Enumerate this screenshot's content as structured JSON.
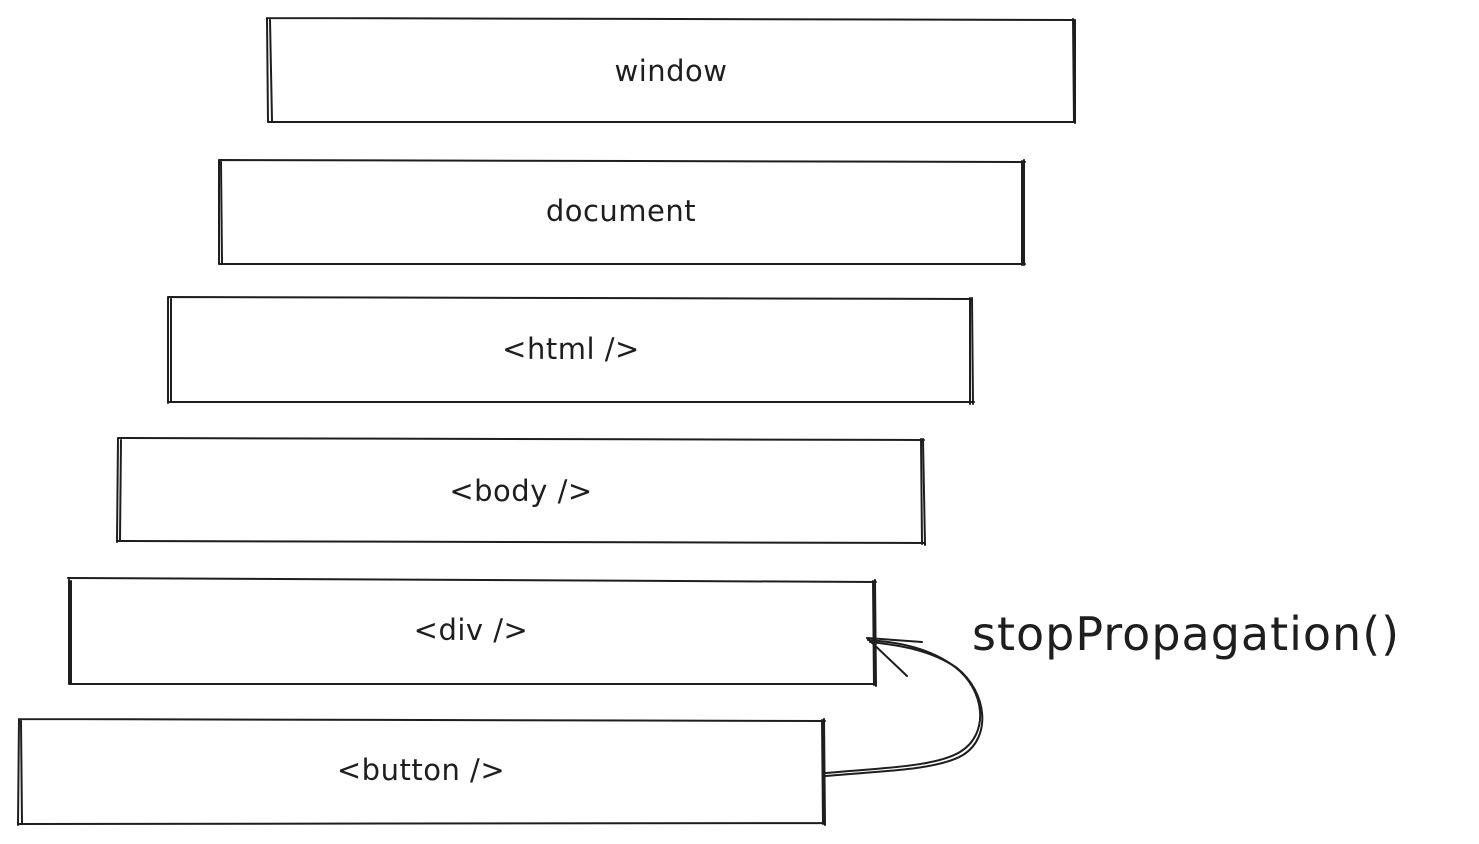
{
  "diagram": {
    "boxes": [
      {
        "id": "window",
        "label": "window"
      },
      {
        "id": "document",
        "label": "document"
      },
      {
        "id": "html",
        "label": "<html />"
      },
      {
        "id": "body",
        "label": "<body />"
      },
      {
        "id": "div",
        "label": "<div />"
      },
      {
        "id": "button",
        "label": "<button />"
      }
    ],
    "arrow": {
      "from": "button",
      "to": "div",
      "label": "stopPropagation()"
    },
    "colors": {
      "stroke": "#1e1e1e",
      "background": "#ffffff"
    }
  }
}
